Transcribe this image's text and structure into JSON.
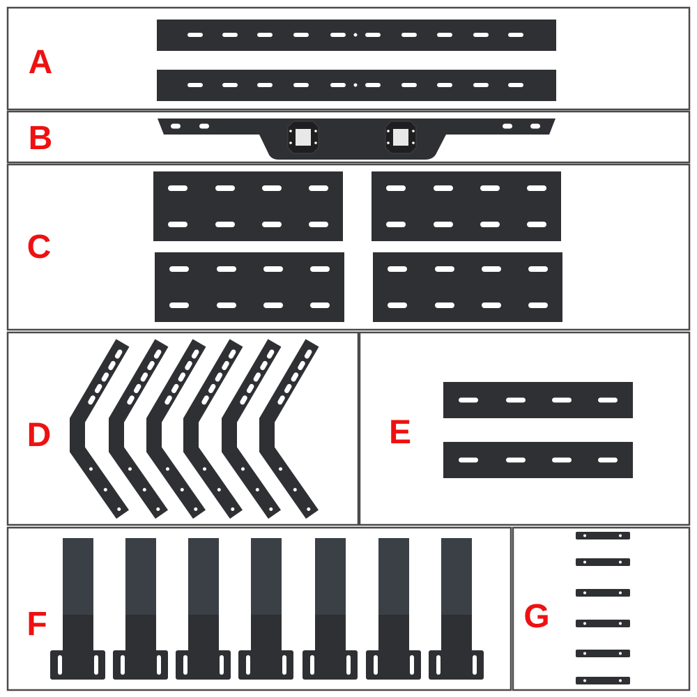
{
  "colors": {
    "border": "#4a4a4a",
    "metal": "#2f3033",
    "metal_light": "#3b4046",
    "label": "#ee1111",
    "hole": "#ffffff"
  },
  "panels": [
    {
      "label": "A",
      "part": "long-crossbar",
      "count": 2
    },
    {
      "label": "B",
      "part": "light-bar-with-two-led-pods",
      "count": 1
    },
    {
      "label": "C",
      "part": "slotted-plate",
      "count": 4
    },
    {
      "label": "D",
      "part": "bent-bracket",
      "count": 6
    },
    {
      "label": "E",
      "part": "short-slotted-plate",
      "count": 2
    },
    {
      "label": "F",
      "part": "upright-mount",
      "count": 7
    },
    {
      "label": "G",
      "part": "small-flat-bar",
      "count": 6
    }
  ]
}
